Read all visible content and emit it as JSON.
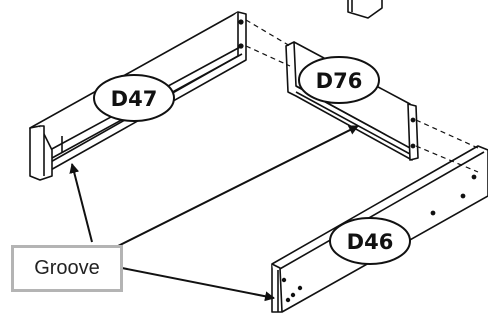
{
  "parts": {
    "back_panel": "D47",
    "side_panel": "D76",
    "front_panel": "D46"
  },
  "callout": {
    "label": "Groove"
  },
  "colors": {
    "line": "#111111",
    "callout_border": "#b4b4b4",
    "background": "#ffffff"
  }
}
